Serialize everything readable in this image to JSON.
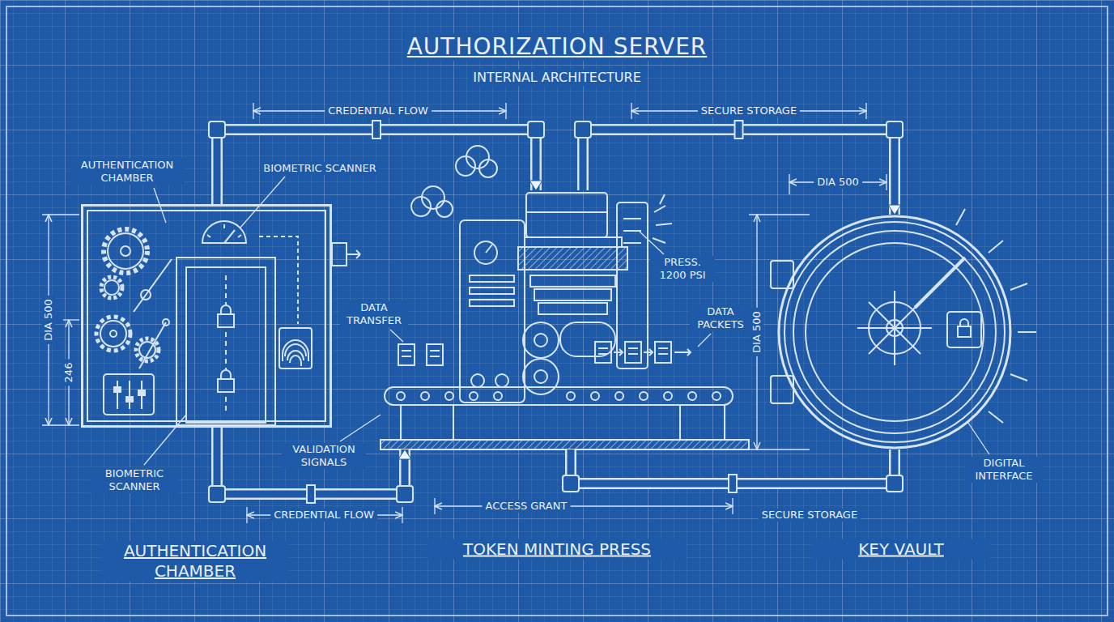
{
  "diagram": {
    "title": "AUTHORIZATION SERVER",
    "nodes": [
      {
        "text": [
          "AUTHENTICATION CHAMBER"
        ]
      },
      {
        "text": [
          "TOKEN MINTING PRESS"
        ]
      },
      {
        "text": [
          "KEY VAULT"
        ]
      }
    ],
    "edges": [
      {
        "from": 0,
        "to": 1,
        "arrow": "to",
        "label": "CREDENTIAL FLOW"
      },
      {
        "from": 1,
        "to": 2,
        "arrow": "to",
        "label": "SECURE STORAGE"
      },
      {
        "from": 0,
        "to": 1,
        "arrow": "to",
        "label": "CREDENTIAL FLOW"
      },
      {
        "from": 1,
        "to": 2,
        "arrow": "none",
        "label": "SECURE STORAGE"
      }
    ],
    "labels": [
      "INTERNAL ARCHITECTURE",
      "AUTHENTICATION CHAMBER",
      "BIOMETRIC SCANNER",
      "DIA 500",
      "246",
      "BIOMETRIC SCANNER",
      "DATA TRANSFER",
      "VALIDATION SIGNALS",
      "PRESS. 1200 PSI",
      "DATA PACKETS",
      "ACCESS GRANT",
      "DIA 500",
      "DIA 500",
      "DIGITAL INTERFACE"
    ]
  }
}
